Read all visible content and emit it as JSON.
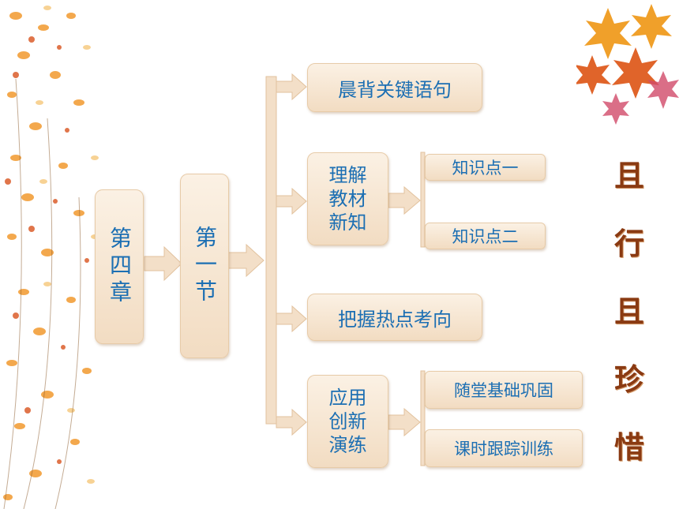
{
  "chapter": "第四章",
  "section": "第一节",
  "items": {
    "morning": "晨背关键语句",
    "understand": "理解\n教材\n新知",
    "grasp": "把握热点考向",
    "apply": "应用\n创新\n演练"
  },
  "subitems": {
    "kp1": "知识点一",
    "kp2": "知识点二",
    "consolidate": "随堂基础巩固",
    "practice": "课时跟踪训练"
  },
  "motto": [
    "且",
    "行",
    "且",
    "珍",
    "惜"
  ],
  "colors": {
    "text": "#1c6fb3",
    "box": "#f6e6d2",
    "motto": "#8a3a12"
  }
}
